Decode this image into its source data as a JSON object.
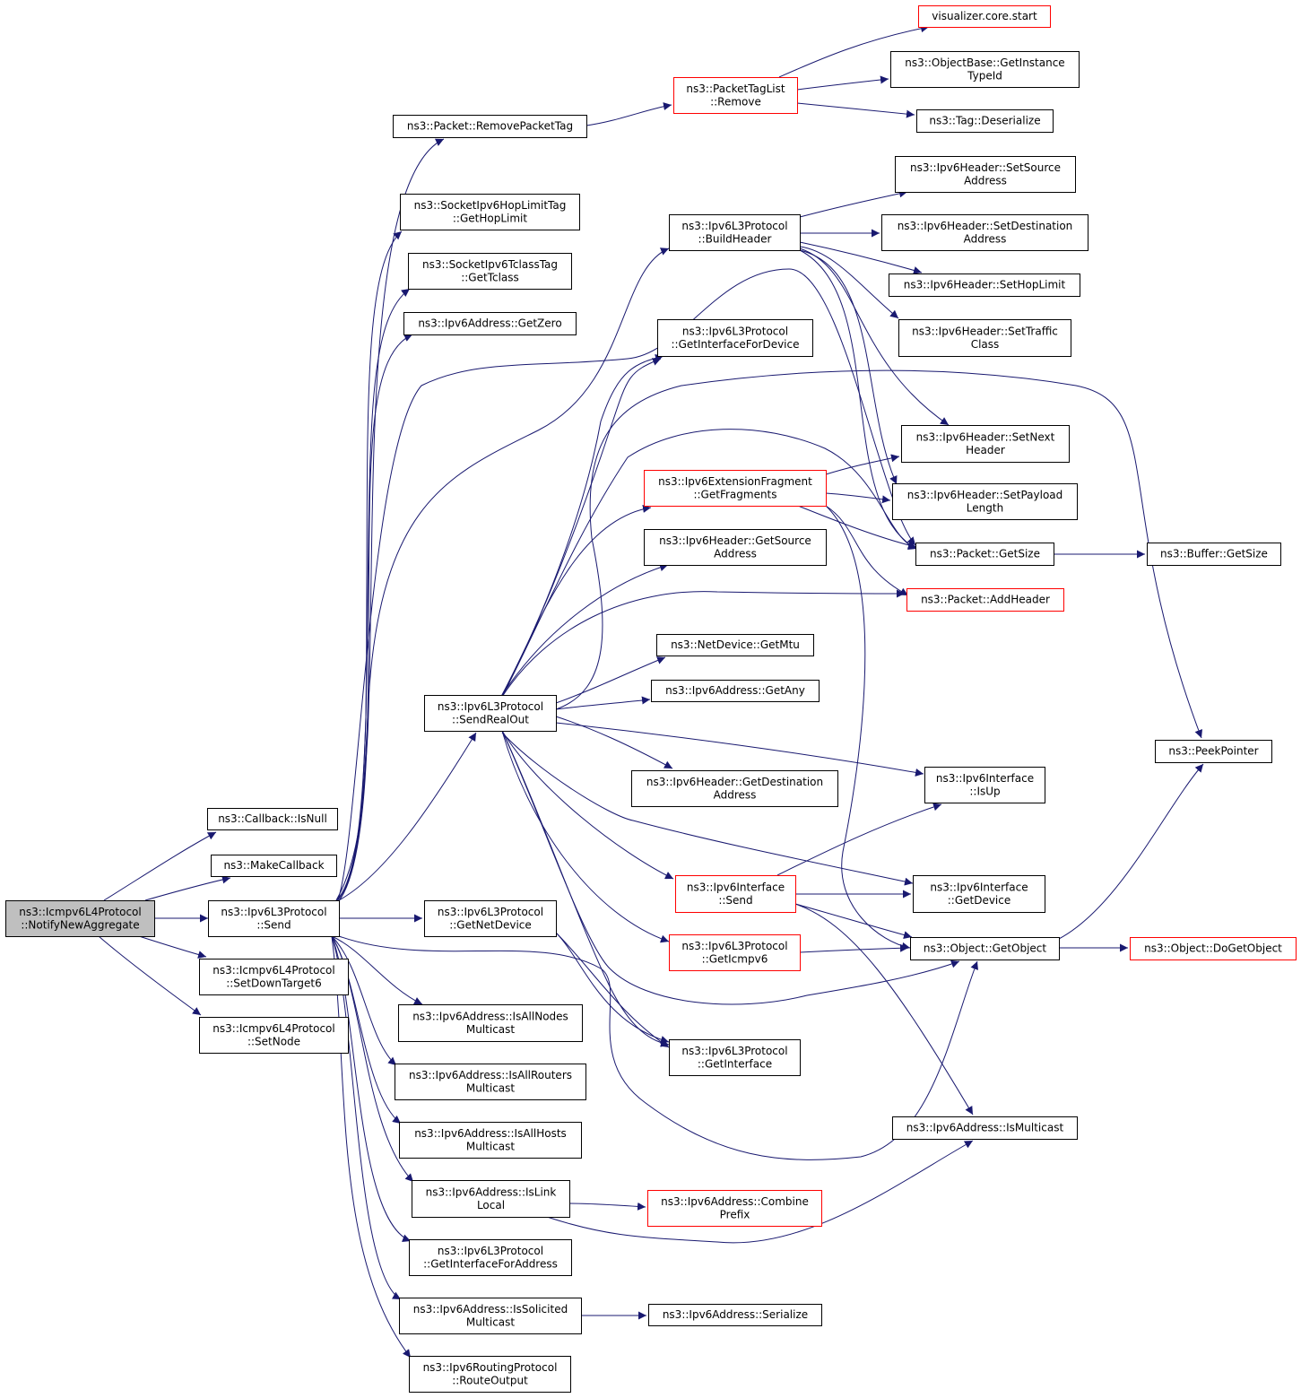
{
  "nodes": {
    "n0": {
      "lines": [
        "ns3::Icmpv6L4Protocol",
        "::NotifyNewAggregate"
      ]
    },
    "n1": {
      "lines": [
        "ns3::Callback::IsNull"
      ]
    },
    "n2": {
      "lines": [
        "ns3::MakeCallback"
      ]
    },
    "n3": {
      "lines": [
        "ns3::Ipv6L3Protocol",
        "::Send"
      ]
    },
    "n4": {
      "lines": [
        "ns3::Icmpv6L4Protocol",
        "::SetDownTarget6"
      ]
    },
    "n5": {
      "lines": [
        "ns3::Icmpv6L4Protocol",
        "::SetNode"
      ]
    },
    "n6": {
      "lines": [
        "ns3::Packet::RemovePacketTag"
      ]
    },
    "n7": {
      "lines": [
        "ns3::SocketIpv6HopLimitTag",
        "::GetHopLimit"
      ]
    },
    "n8": {
      "lines": [
        "ns3::SocketIpv6TclassTag",
        "::GetTclass"
      ]
    },
    "n9": {
      "lines": [
        "ns3::Ipv6Address::GetZero"
      ]
    },
    "n10": {
      "lines": [
        "ns3::Ipv6L3Protocol",
        "::SendRealOut"
      ]
    },
    "n11": {
      "lines": [
        "ns3::Ipv6L3Protocol",
        "::GetNetDevice"
      ]
    },
    "n12": {
      "lines": [
        "ns3::Ipv6Address::IsAllNodes",
        "Multicast"
      ]
    },
    "n13": {
      "lines": [
        "ns3::Ipv6Address::IsAllRouters",
        "Multicast"
      ]
    },
    "n14": {
      "lines": [
        "ns3::Ipv6Address::IsAllHosts",
        "Multicast"
      ]
    },
    "n15": {
      "lines": [
        "ns3::Ipv6Address::IsLink",
        "Local"
      ]
    },
    "n16": {
      "lines": [
        "ns3::Ipv6L3Protocol",
        "::GetInterfaceForAddress"
      ]
    },
    "n17": {
      "lines": [
        "ns3::Ipv6Address::IsSolicited",
        "Multicast"
      ]
    },
    "n18": {
      "lines": [
        "ns3::Ipv6RoutingProtocol",
        "::RouteOutput"
      ]
    },
    "n19": {
      "lines": [
        "ns3::PacketTagList",
        "::Remove"
      ]
    },
    "n20": {
      "lines": [
        "ns3::Ipv6L3Protocol",
        "::BuildHeader"
      ]
    },
    "n21": {
      "lines": [
        "ns3::Ipv6L3Protocol",
        "::GetInterfaceForDevice"
      ]
    },
    "n22": {
      "lines": [
        "ns3::Ipv6ExtensionFragment",
        "::GetFragments"
      ]
    },
    "n23": {
      "lines": [
        "ns3::Ipv6Header::GetSource",
        "Address"
      ]
    },
    "n24": {
      "lines": [
        "ns3::NetDevice::GetMtu"
      ]
    },
    "n25": {
      "lines": [
        "ns3::Ipv6Address::GetAny"
      ]
    },
    "n26": {
      "lines": [
        "ns3::Ipv6Header::GetDestination",
        "Address"
      ]
    },
    "n27": {
      "lines": [
        "ns3::Ipv6Interface",
        "::Send"
      ]
    },
    "n28": {
      "lines": [
        "ns3::Ipv6L3Protocol",
        "::GetIcmpv6"
      ]
    },
    "n29": {
      "lines": [
        "ns3::Ipv6L3Protocol",
        "::GetInterface"
      ]
    },
    "n30": {
      "lines": [
        "ns3::Ipv6Address::Combine",
        "Prefix"
      ]
    },
    "n31": {
      "lines": [
        "ns3::Ipv6Address::Serialize"
      ]
    },
    "n32": {
      "lines": [
        "visualizer.core.start"
      ]
    },
    "n33": {
      "lines": [
        "ns3::ObjectBase::GetInstance",
        "TypeId"
      ]
    },
    "n34": {
      "lines": [
        "ns3::Tag::Deserialize"
      ]
    },
    "n35": {
      "lines": [
        "ns3::Ipv6Header::SetSource",
        "Address"
      ]
    },
    "n36": {
      "lines": [
        "ns3::Ipv6Header::SetDestination",
        "Address"
      ]
    },
    "n37": {
      "lines": [
        "ns3::Ipv6Header::SetHopLimit"
      ]
    },
    "n38": {
      "lines": [
        "ns3::Ipv6Header::SetTraffic",
        "Class"
      ]
    },
    "n39": {
      "lines": [
        "ns3::Ipv6Header::SetNext",
        "Header"
      ]
    },
    "n40": {
      "lines": [
        "ns3::Ipv6Header::SetPayload",
        "Length"
      ]
    },
    "n41": {
      "lines": [
        "ns3::Packet::GetSize"
      ]
    },
    "n42": {
      "lines": [
        "ns3::Packet::AddHeader"
      ]
    },
    "n43": {
      "lines": [
        "ns3::Ipv6Interface",
        "::IsUp"
      ]
    },
    "n44": {
      "lines": [
        "ns3::Ipv6Interface",
        "::GetDevice"
      ]
    },
    "n45": {
      "lines": [
        "ns3::Object::GetObject"
      ]
    },
    "n46": {
      "lines": [
        "ns3::Ipv6Address::IsMulticast"
      ]
    },
    "n47": {
      "lines": [
        "ns3::Buffer::GetSize"
      ]
    },
    "n48": {
      "lines": [
        "ns3::PeekPointer"
      ]
    },
    "n49": {
      "lines": [
        "ns3::Object::DoGetObject"
      ]
    }
  },
  "colors": {
    "edge": "#191970",
    "node_border": "#000000",
    "node_border_incomplete": "#ff0000",
    "node_fill_root": "#bfbfbf",
    "node_fill": "#ffffff"
  }
}
